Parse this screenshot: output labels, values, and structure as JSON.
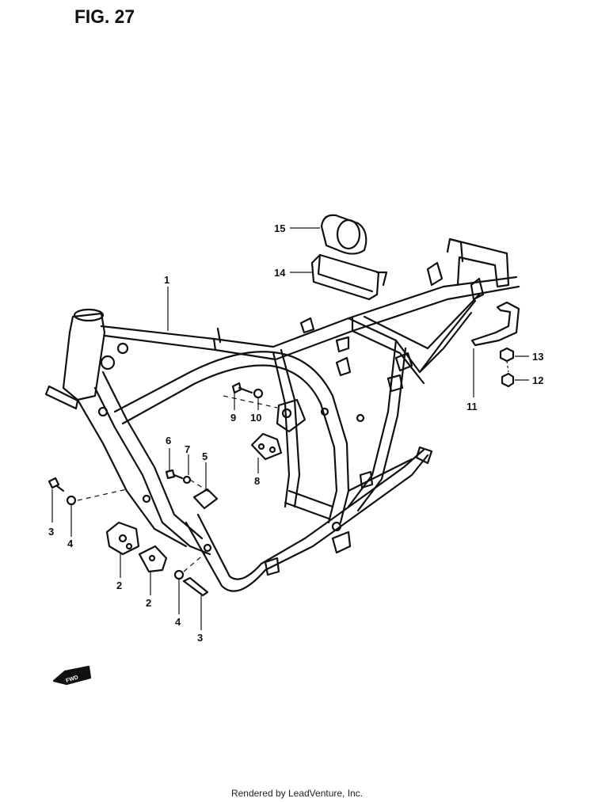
{
  "figure": {
    "title": "FIG. 27",
    "footer": "Rendered by LeadVenture, Inc.",
    "fwd_label": "FWD"
  },
  "callouts": [
    "1",
    "2",
    "2",
    "3",
    "3",
    "4",
    "4",
    "5",
    "6",
    "7",
    "8",
    "9",
    "10",
    "11",
    "12",
    "13",
    "14",
    "15"
  ]
}
